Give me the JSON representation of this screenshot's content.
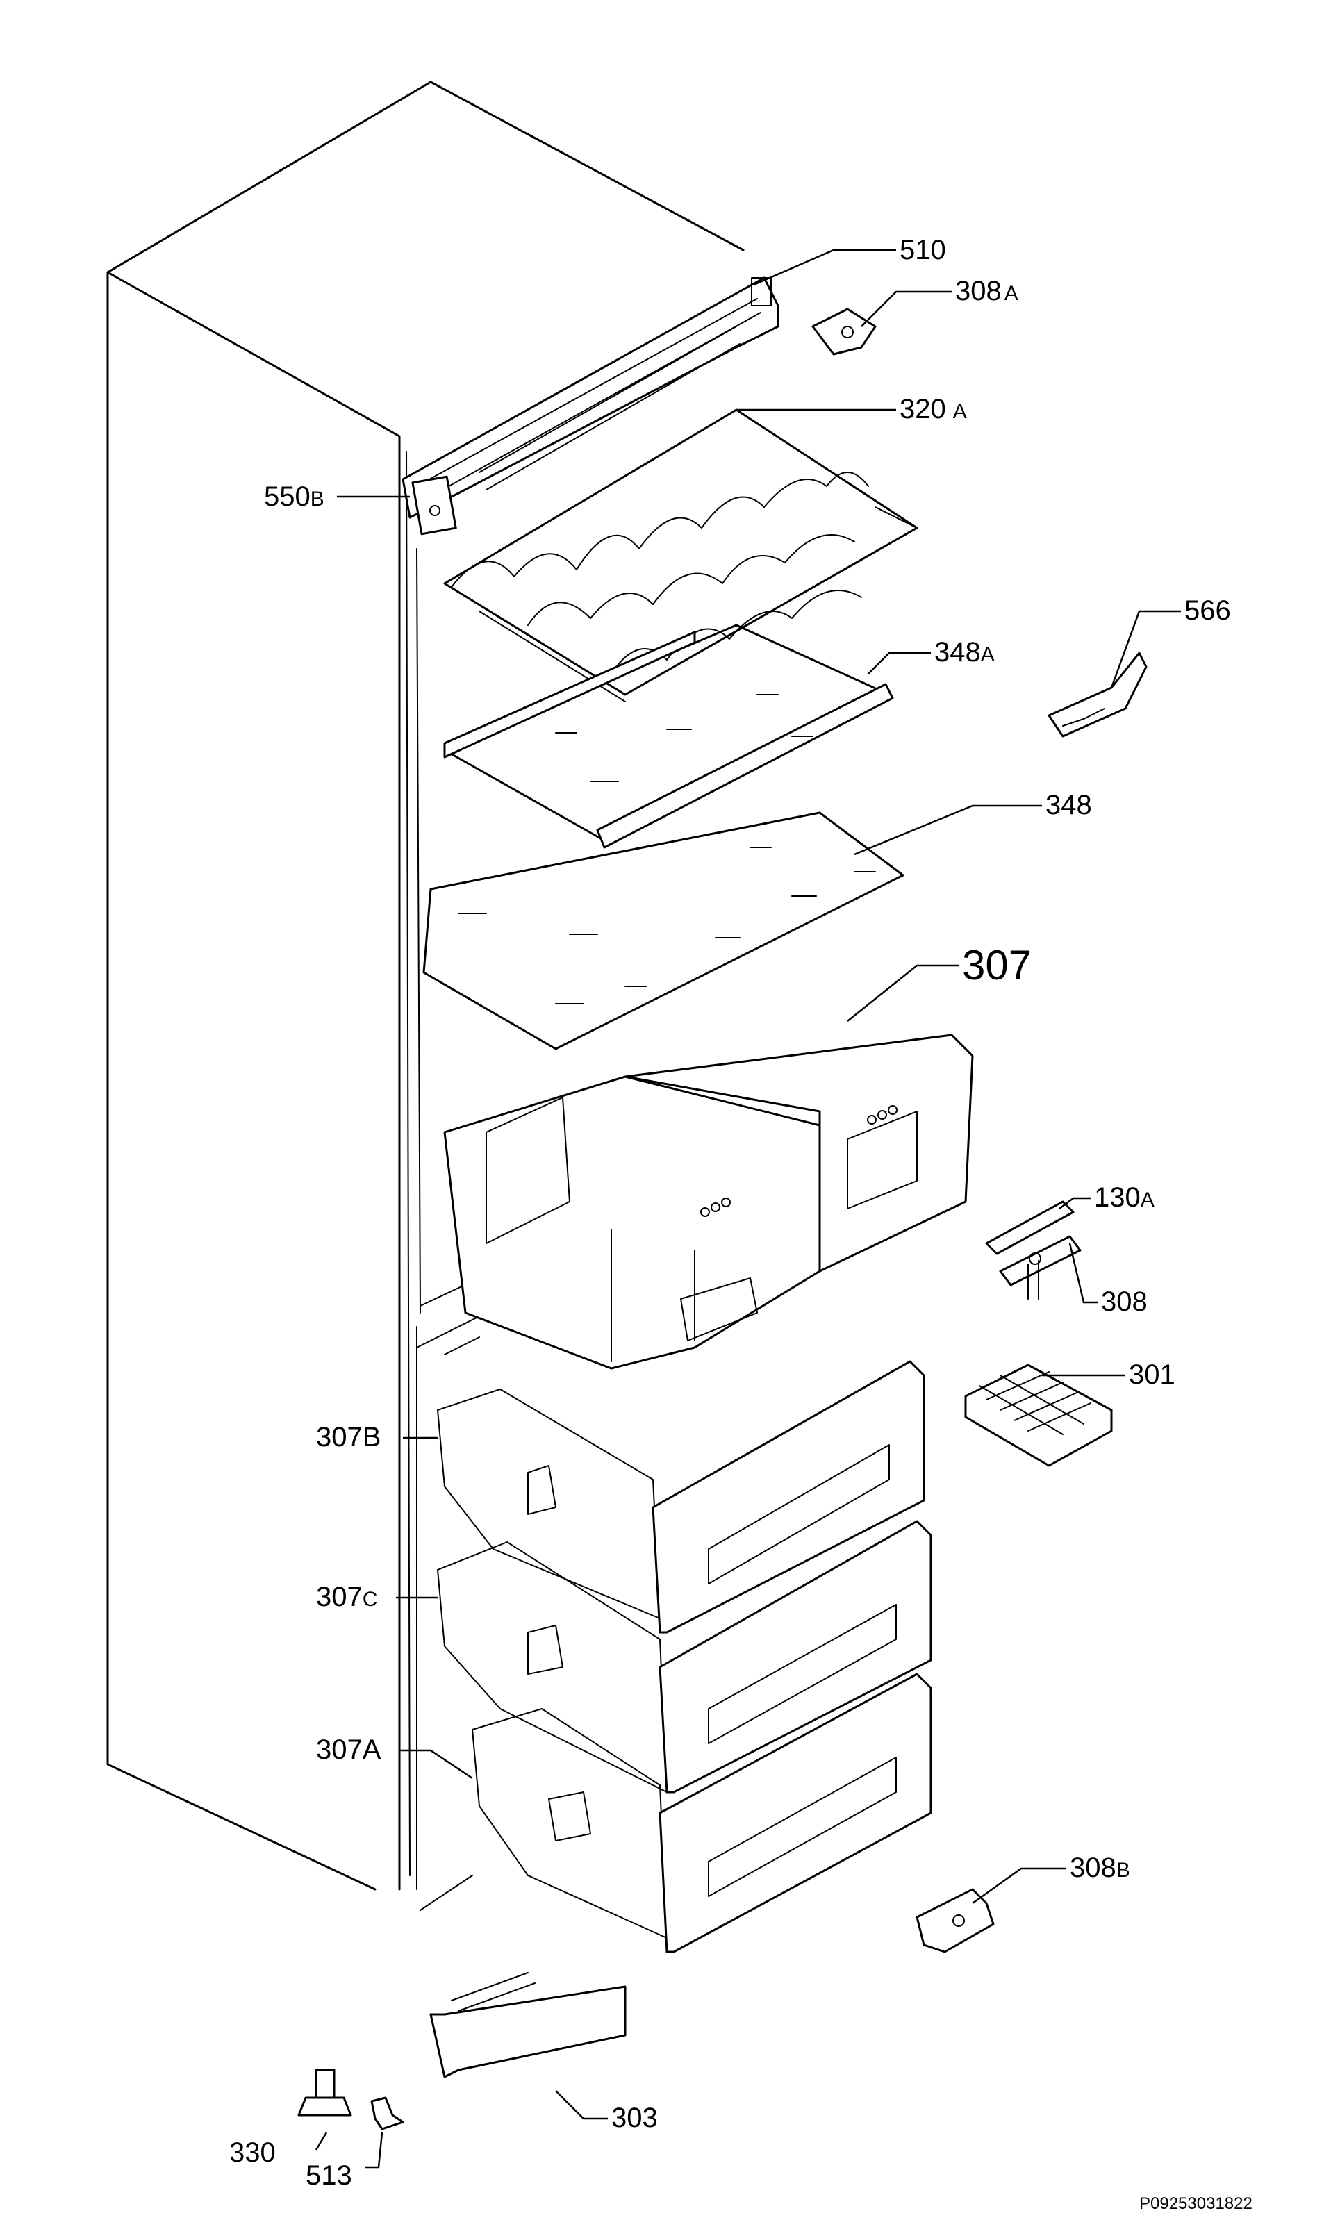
{
  "diagram": {
    "reference_code": "P09253031822",
    "parts": [
      {
        "id": "p510",
        "num": "510",
        "suffix": ""
      },
      {
        "id": "p308a",
        "num": "308",
        "suffix": "A"
      },
      {
        "id": "p320a",
        "num": "320",
        "suffix": "A"
      },
      {
        "id": "p550b",
        "num": "550",
        "suffix": "B"
      },
      {
        "id": "p566",
        "num": "566",
        "suffix": ""
      },
      {
        "id": "p348a",
        "num": "348",
        "suffix": "A"
      },
      {
        "id": "p348",
        "num": "348",
        "suffix": ""
      },
      {
        "id": "p307",
        "num": "307",
        "suffix": ""
      },
      {
        "id": "p130a",
        "num": "130",
        "suffix": "A"
      },
      {
        "id": "p308",
        "num": "308",
        "suffix": ""
      },
      {
        "id": "p301",
        "num": "301",
        "suffix": ""
      },
      {
        "id": "p307b",
        "num": "307",
        "suffix": "B"
      },
      {
        "id": "p307c",
        "num": "307",
        "suffix": "C"
      },
      {
        "id": "p307a",
        "num": "307",
        "suffix": "A"
      },
      {
        "id": "p308b",
        "num": "308",
        "suffix": "B"
      },
      {
        "id": "p330",
        "num": "330",
        "suffix": ""
      },
      {
        "id": "p303",
        "num": "303",
        "suffix": ""
      },
      {
        "id": "p513",
        "num": "513",
        "suffix": ""
      }
    ]
  }
}
